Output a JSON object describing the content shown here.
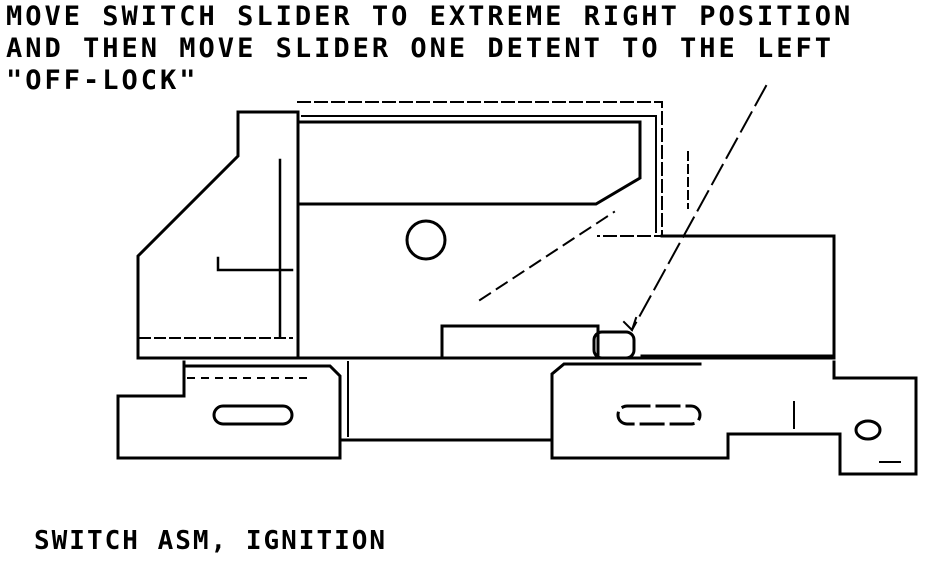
{
  "instruction": {
    "line1": "MOVE SWITCH SLIDER TO EXTREME RIGHT POSITION",
    "line2": "AND THEN MOVE SLIDER ONE DETENT TO THE LEFT",
    "line3": "\"OFF-LOCK\""
  },
  "caption": "SWITCH ASM, IGNITION",
  "colors": {
    "ink": "#000000",
    "paper": "#ffffff"
  }
}
